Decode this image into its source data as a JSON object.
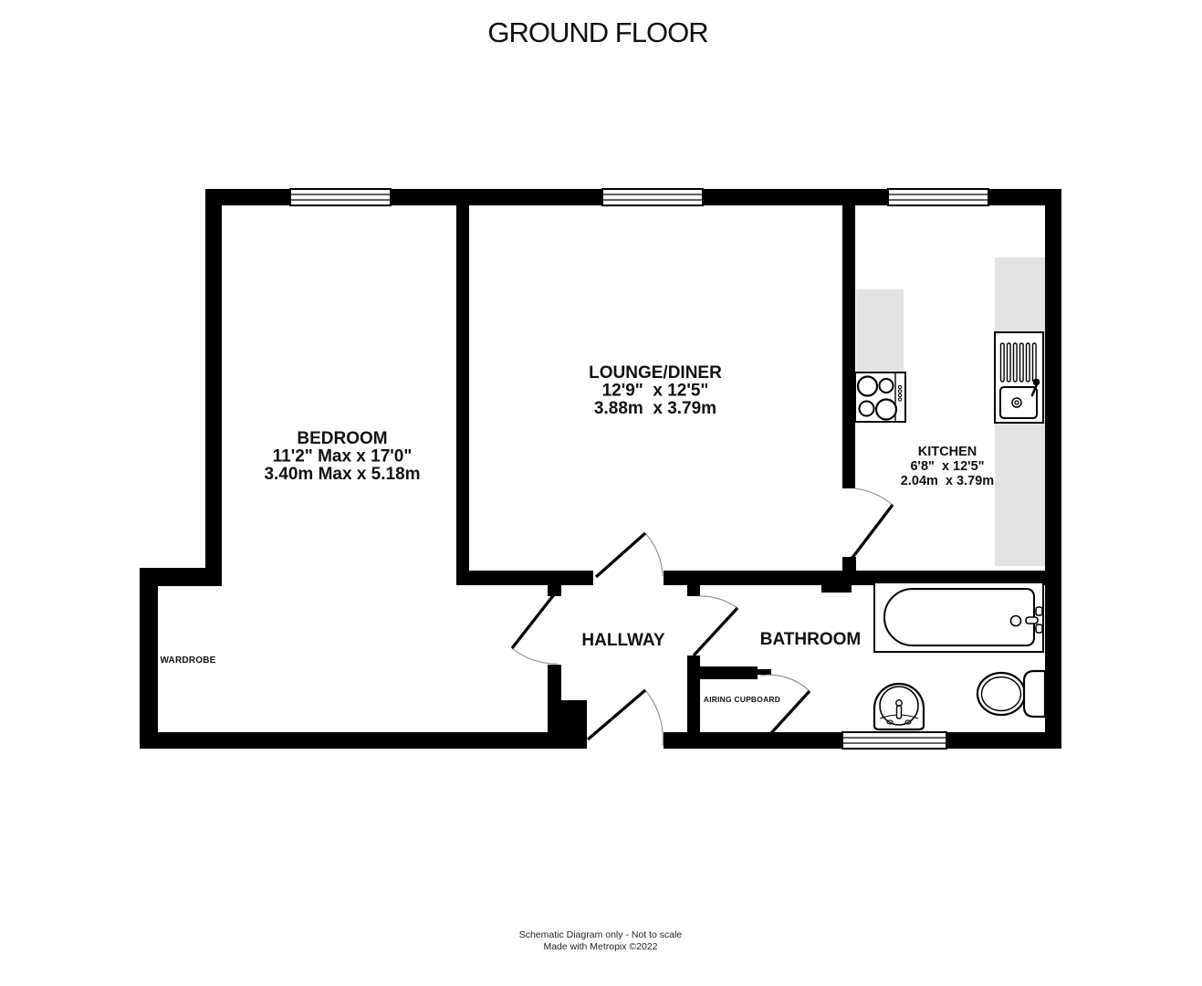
{
  "title": "GROUND FLOOR",
  "floorplan": {
    "rooms": [
      {
        "id": "bedroom",
        "name": "BEDROOM",
        "dims": [
          "11'2\" Max x 17'0\"",
          "3.40m Max x 5.18m"
        ]
      },
      {
        "id": "lounge_diner",
        "name": "LOUNGE/DINER",
        "dims": [
          "12'9\"  x 12'5\"",
          "3.88m  x 3.79m"
        ]
      },
      {
        "id": "kitchen",
        "name": "KITCHEN",
        "dims": [
          "6'8\"  x 12'5\"",
          "2.04m  x 3.79m"
        ]
      },
      {
        "id": "hallway",
        "name": "HALLWAY"
      },
      {
        "id": "bathroom",
        "name": "BATHROOM"
      },
      {
        "id": "wardrobe",
        "name": "WARDROBE"
      },
      {
        "id": "airing_cupboard",
        "name": "AIRING CUPBOARD"
      }
    ],
    "fixtures": [
      "hob-icon",
      "kitchen-sink-icon",
      "bathtub-icon",
      "washbasin-icon",
      "toilet-icon",
      "window-icon",
      "door-icon"
    ],
    "colors": {
      "wall": "#000000",
      "counter": "#e3e3e3",
      "door_arc": "#8a8a8a",
      "text": "#111111"
    }
  },
  "footer": [
    "Schematic Diagram only - Not to scale",
    "Made with Metropix ©2022"
  ]
}
